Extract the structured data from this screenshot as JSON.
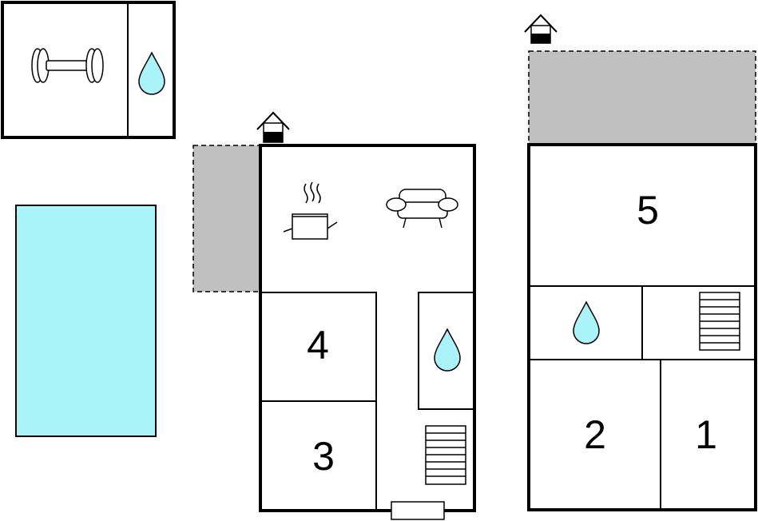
{
  "colors": {
    "wall": "#000000",
    "terrace": "#c0c0c0",
    "pool": "#a8f4f8",
    "water_drop": "#a8f4f8",
    "background": "#ffffff"
  },
  "annex": {
    "icons": [
      "dumbbell-icon",
      "water-drop-icon"
    ]
  },
  "pool": {
    "icon": "swimming-pool"
  },
  "building_a": {
    "entrance_icon": "house-entrance-icon",
    "icons": [
      "cooking-pot-icon",
      "sofa-icon",
      "water-drop-icon",
      "stairs-icon"
    ],
    "rooms": {
      "room_4": "4",
      "room_3": "3"
    }
  },
  "building_b": {
    "entrance_icon": "house-entrance-icon",
    "icons": [
      "water-drop-icon",
      "stairs-icon"
    ],
    "rooms": {
      "room_5": "5",
      "room_2": "2",
      "room_1": "1"
    }
  }
}
